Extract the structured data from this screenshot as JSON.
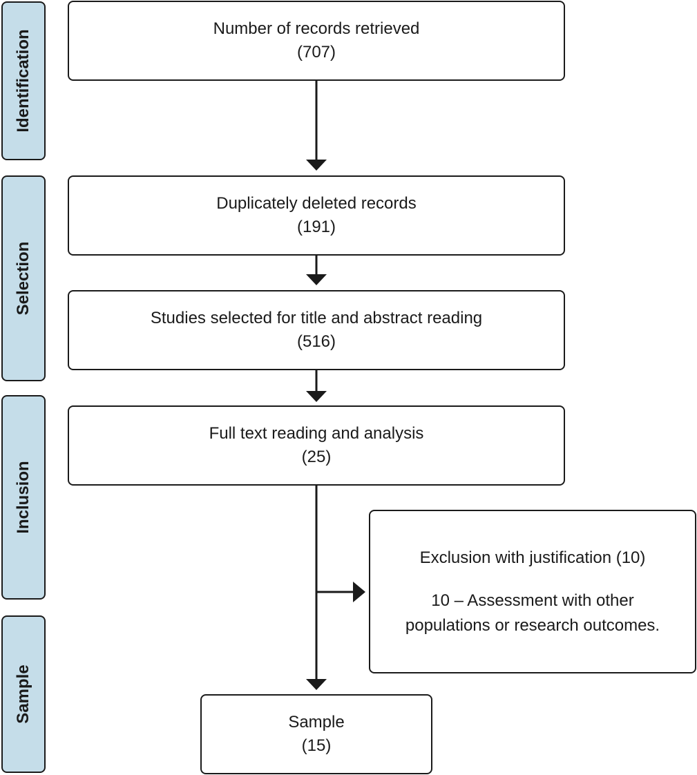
{
  "phases": [
    {
      "label": "Identification"
    },
    {
      "label": "Selection"
    },
    {
      "label": "Inclusion"
    },
    {
      "label": "Sample"
    }
  ],
  "boxes": {
    "records_retrieved": {
      "title": "Number of records retrieved",
      "count": "(707)"
    },
    "duplicates_deleted": {
      "title": "Duplicately deleted records",
      "count": "(191)"
    },
    "title_abstract": {
      "title": "Studies selected for title and abstract reading",
      "count": "(516)"
    },
    "full_text": {
      "title": "Full text reading and analysis",
      "count": "(25)"
    },
    "exclusion": {
      "title": "Exclusion with justification (10)",
      "detail_line1": "10 – Assessment with other",
      "detail_line2": "populations or research outcomes."
    },
    "sample": {
      "title": "Sample",
      "count": "(15)"
    }
  },
  "colors": {
    "phase_fill": "#c5dde9",
    "stroke": "#1a1a1a"
  }
}
